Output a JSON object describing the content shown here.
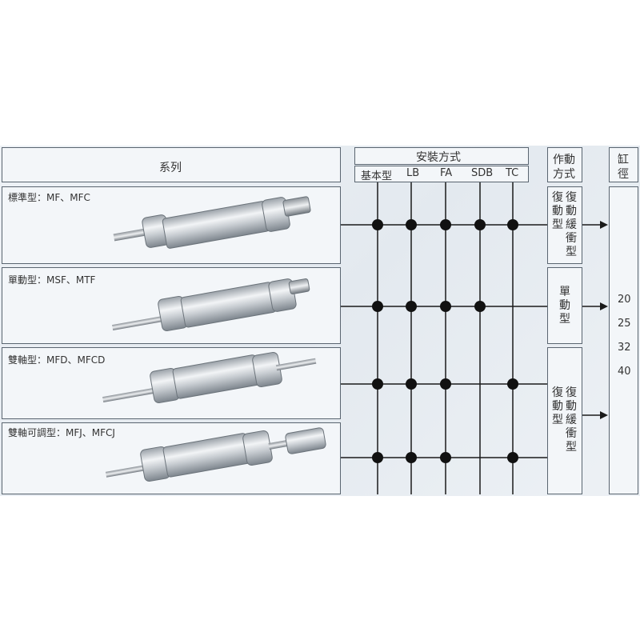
{
  "header": {
    "series": "系列",
    "mounting": "安裝方式",
    "mount_types": [
      "基本型",
      "LB",
      "FA",
      "SDB",
      "TC"
    ],
    "action_line1": "作動",
    "action_line2": "方式",
    "bore_line1": "缸",
    "bore_line2": "徑"
  },
  "series": [
    {
      "label": "標準型：MF、MFC"
    },
    {
      "label": "單動型：MSF、MTF"
    },
    {
      "label": "雙軸型：MFD、MFCD"
    },
    {
      "label": "雙軸可調型：MFJ、MFCJ"
    }
  ],
  "actions": {
    "a1_col1": "復動型",
    "a1_col2": "復動緩衝型",
    "a2": "單動型",
    "a3_col1": "復動型",
    "a3_col2": "復動緩衝型"
  },
  "bores": [
    "20",
    "25",
    "32",
    "40"
  ],
  "colors": {
    "line": "#1a1a1a",
    "border": "#5a6570",
    "dot": "#111111"
  },
  "icons": [
    "cylinder-image"
  ]
}
